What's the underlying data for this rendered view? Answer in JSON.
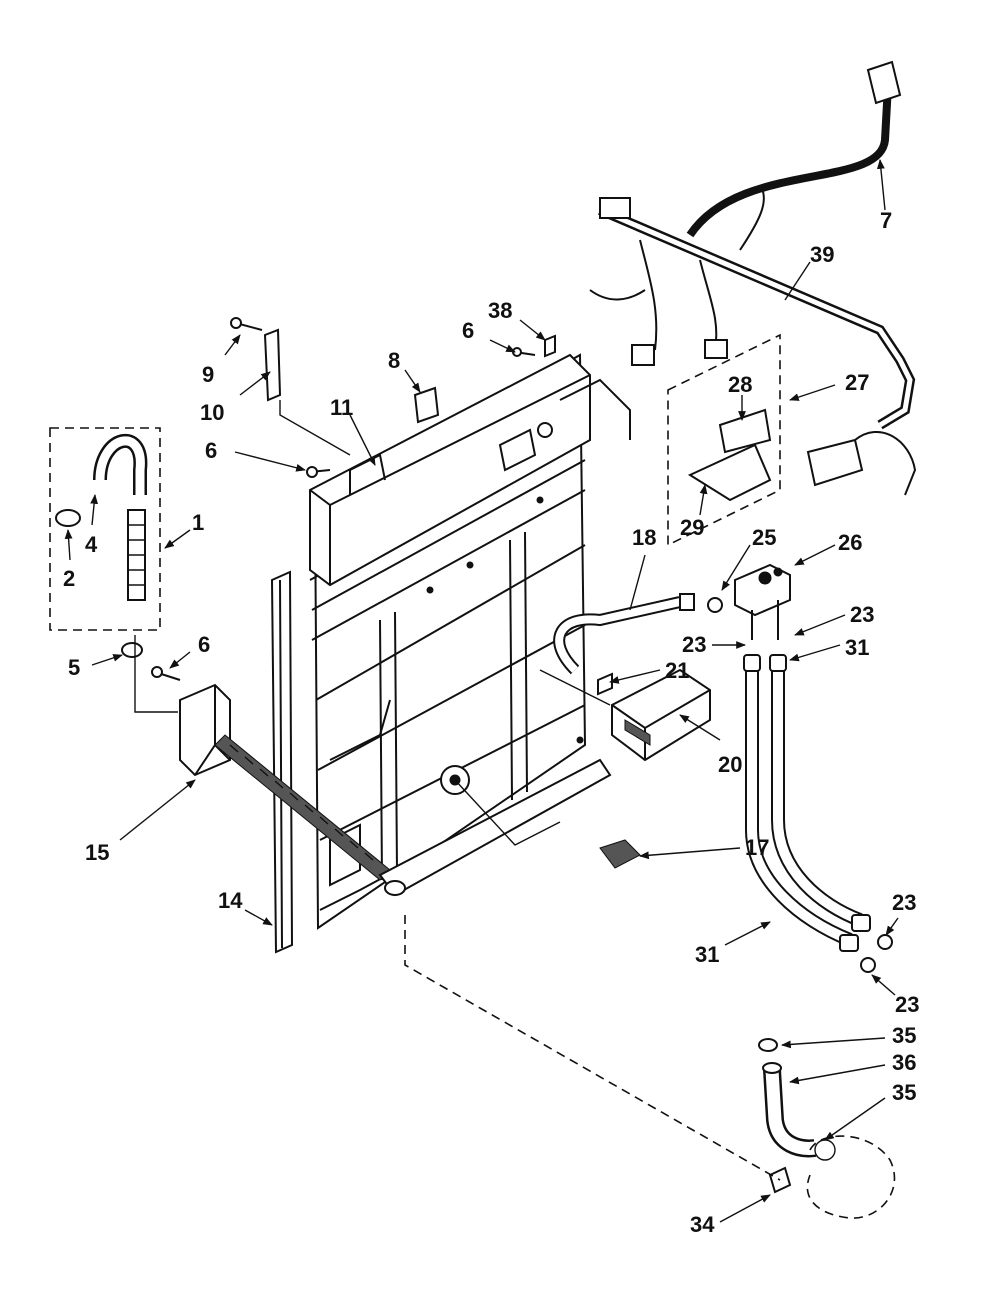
{
  "labels": {
    "l7": "7",
    "l39": "39",
    "l38": "38",
    "l6a": "6",
    "l8": "8",
    "l9": "9",
    "l10": "10",
    "l11": "11",
    "l28": "28",
    "l27": "27",
    "l6b": "6",
    "l1": "1",
    "l4": "4",
    "l2": "2",
    "l29": "29",
    "l18": "18",
    "l25": "25",
    "l26": "26",
    "l23a": "23",
    "l23b": "23",
    "l31a": "31",
    "l5": "5",
    "l6c": "6",
    "l21": "21",
    "l20": "20",
    "l15": "15",
    "l17": "17",
    "l14": "14",
    "l23c": "23",
    "l31b": "31",
    "l23d": "23",
    "l35a": "35",
    "l36": "36",
    "l35b": "35",
    "l34": "34"
  },
  "colors": {
    "ink": "#111111",
    "paper": "#ffffff"
  }
}
